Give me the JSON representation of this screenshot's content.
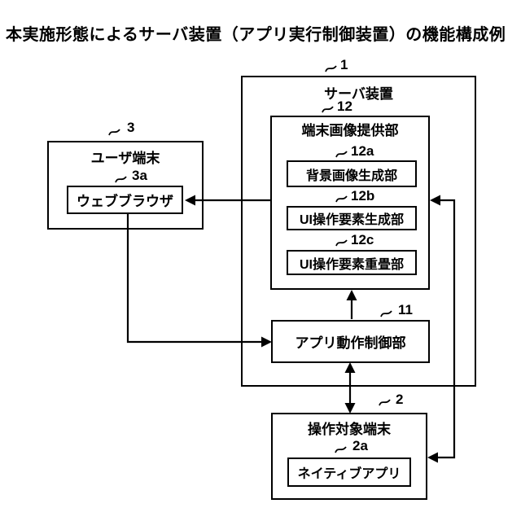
{
  "title": "本実施形態によるサーバ装置（アプリ実行制御装置）の機能構成例",
  "diagram": {
    "server": {
      "label": "サーバ装置",
      "ref": "1"
    },
    "terminal_image_provider": {
      "label": "端末画像提供部",
      "ref": "12"
    },
    "background_image_generator": {
      "label": "背景画像生成部",
      "ref": "12a"
    },
    "ui_element_generator": {
      "label": "UI操作要素生成部",
      "ref": "12b"
    },
    "ui_element_superimposer": {
      "label": "UI操作要素重畳部",
      "ref": "12c"
    },
    "user_terminal": {
      "label": "ユーザ端末",
      "ref": "3"
    },
    "web_browser": {
      "label": "ウェブブラウザ",
      "ref": "3a"
    },
    "app_operation_controller": {
      "label": "アプリ動作制御部",
      "ref": "11"
    },
    "operation_target_terminal": {
      "label": "操作対象端末",
      "ref": "2"
    },
    "native_app": {
      "label": "ネイティブアプリ",
      "ref": "2a"
    }
  },
  "colors": {
    "line": "#000000",
    "background": "#ffffff",
    "text": "#000000"
  }
}
